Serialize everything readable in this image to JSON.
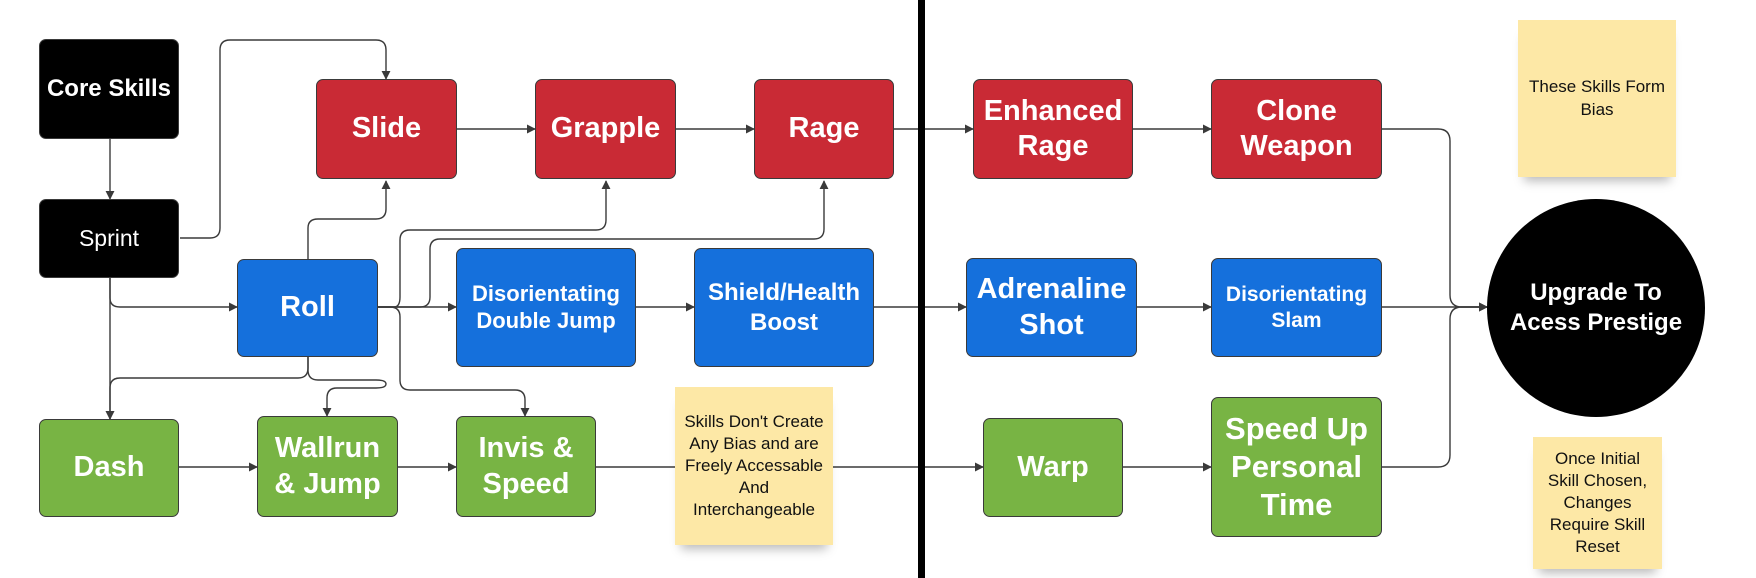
{
  "nodes": {
    "core_skills": "Core Skills",
    "sprint": "Sprint",
    "slide": "Slide",
    "grapple": "Grapple",
    "rage": "Rage",
    "enhanced_rage": "Enhanced\nRage",
    "clone_weapon": "Clone\nWeapon",
    "roll": "Roll",
    "disorientating_double_jump": "Disorientating\nDouble Jump",
    "shield_health_boost": "Shield/Health\nBoost",
    "adrenaline_shot": "Adrenaline\nShot",
    "disorientating_slam": "Disorientating\nSlam",
    "dash": "Dash",
    "wallrun_jump": "Wallrun\n& Jump",
    "invis_speed": "Invis &\nSpeed",
    "warp": "Warp",
    "speed_up_personal_time": "Speed Up\nPersonal\nTime",
    "upgrade_prestige": "Upgrade To\nAcess Prestige"
  },
  "notes": {
    "bias_note": "These Skills Form\nBias",
    "no_bias_note": "Skills Don't Create\nAny Bias and are\nFreely Accessable\nAnd\nInterchangeable",
    "reset_note": "Once Initial\nSkill Chosen,\nChanges\nRequire Skill\nReset"
  },
  "colors": {
    "core": "#000000",
    "bias_skill": "#c92a35",
    "neutral_skill": "#1570dc",
    "free_skill": "#78b444",
    "note": "#fde8a6",
    "connector": "#3a3a3a"
  }
}
